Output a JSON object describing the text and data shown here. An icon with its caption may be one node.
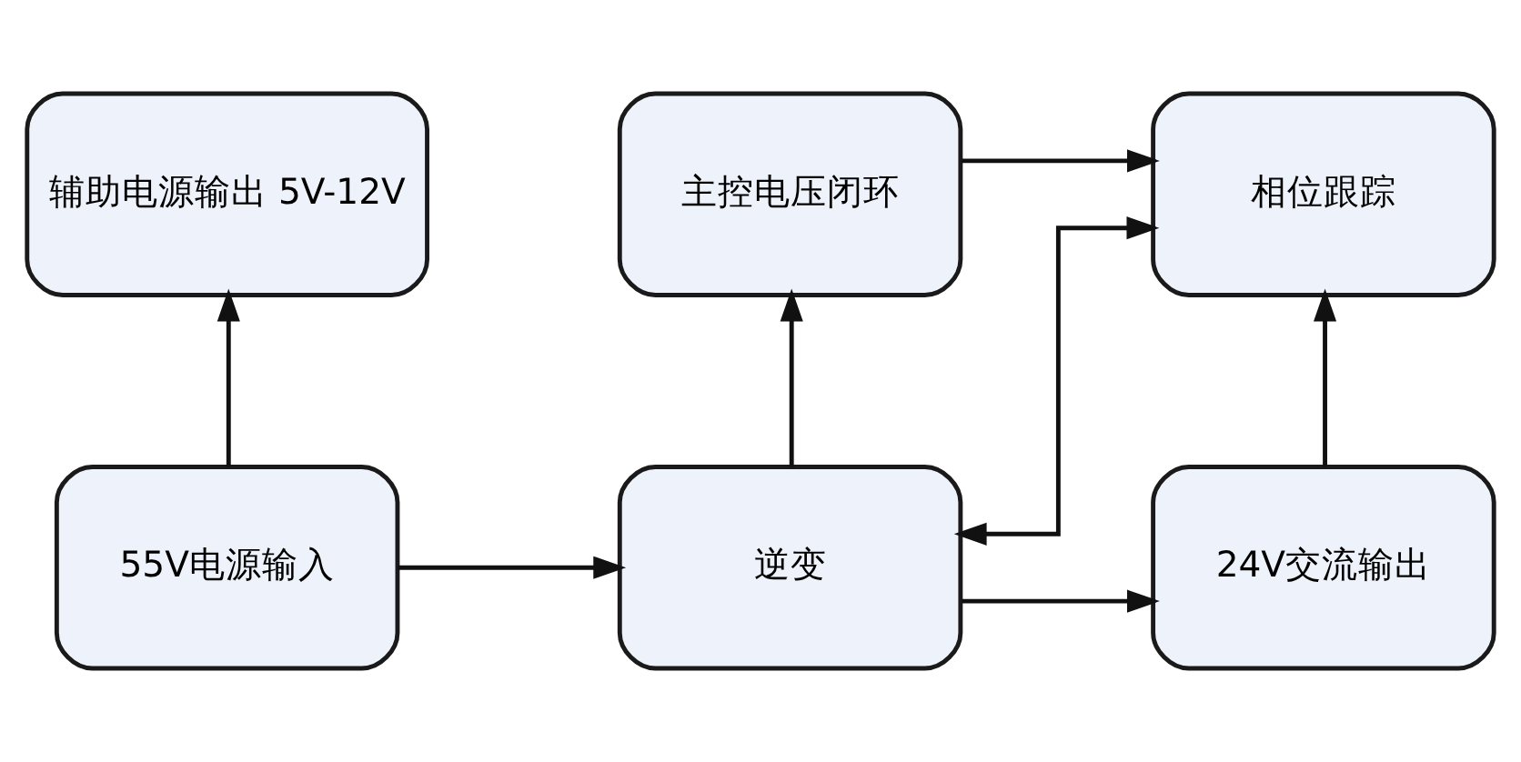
{
  "diagram": {
    "nodes": [
      {
        "text": [
          "辅助电源输出 5V-12V"
        ]
      },
      {
        "text": [
          "主控电压闭环"
        ]
      },
      {
        "text": [
          "相位跟踪"
        ]
      },
      {
        "text": [
          "55V电源输入"
        ]
      },
      {
        "text": [
          "逆变"
        ]
      },
      {
        "text": [
          "24V交流输出"
        ]
      }
    ],
    "edges": [
      {
        "from": 3,
        "to": 0,
        "arrow": "to"
      },
      {
        "from": 3,
        "to": 4,
        "arrow": "to"
      },
      {
        "from": 4,
        "to": 1,
        "arrow": "to"
      },
      {
        "from": 1,
        "to": 2,
        "arrow": "to"
      },
      {
        "from": 4,
        "to": 2,
        "arrow": "both"
      },
      {
        "from": 4,
        "to": 5,
        "arrow": "to"
      },
      {
        "from": 5,
        "to": 2,
        "arrow": "to"
      }
    ]
  }
}
